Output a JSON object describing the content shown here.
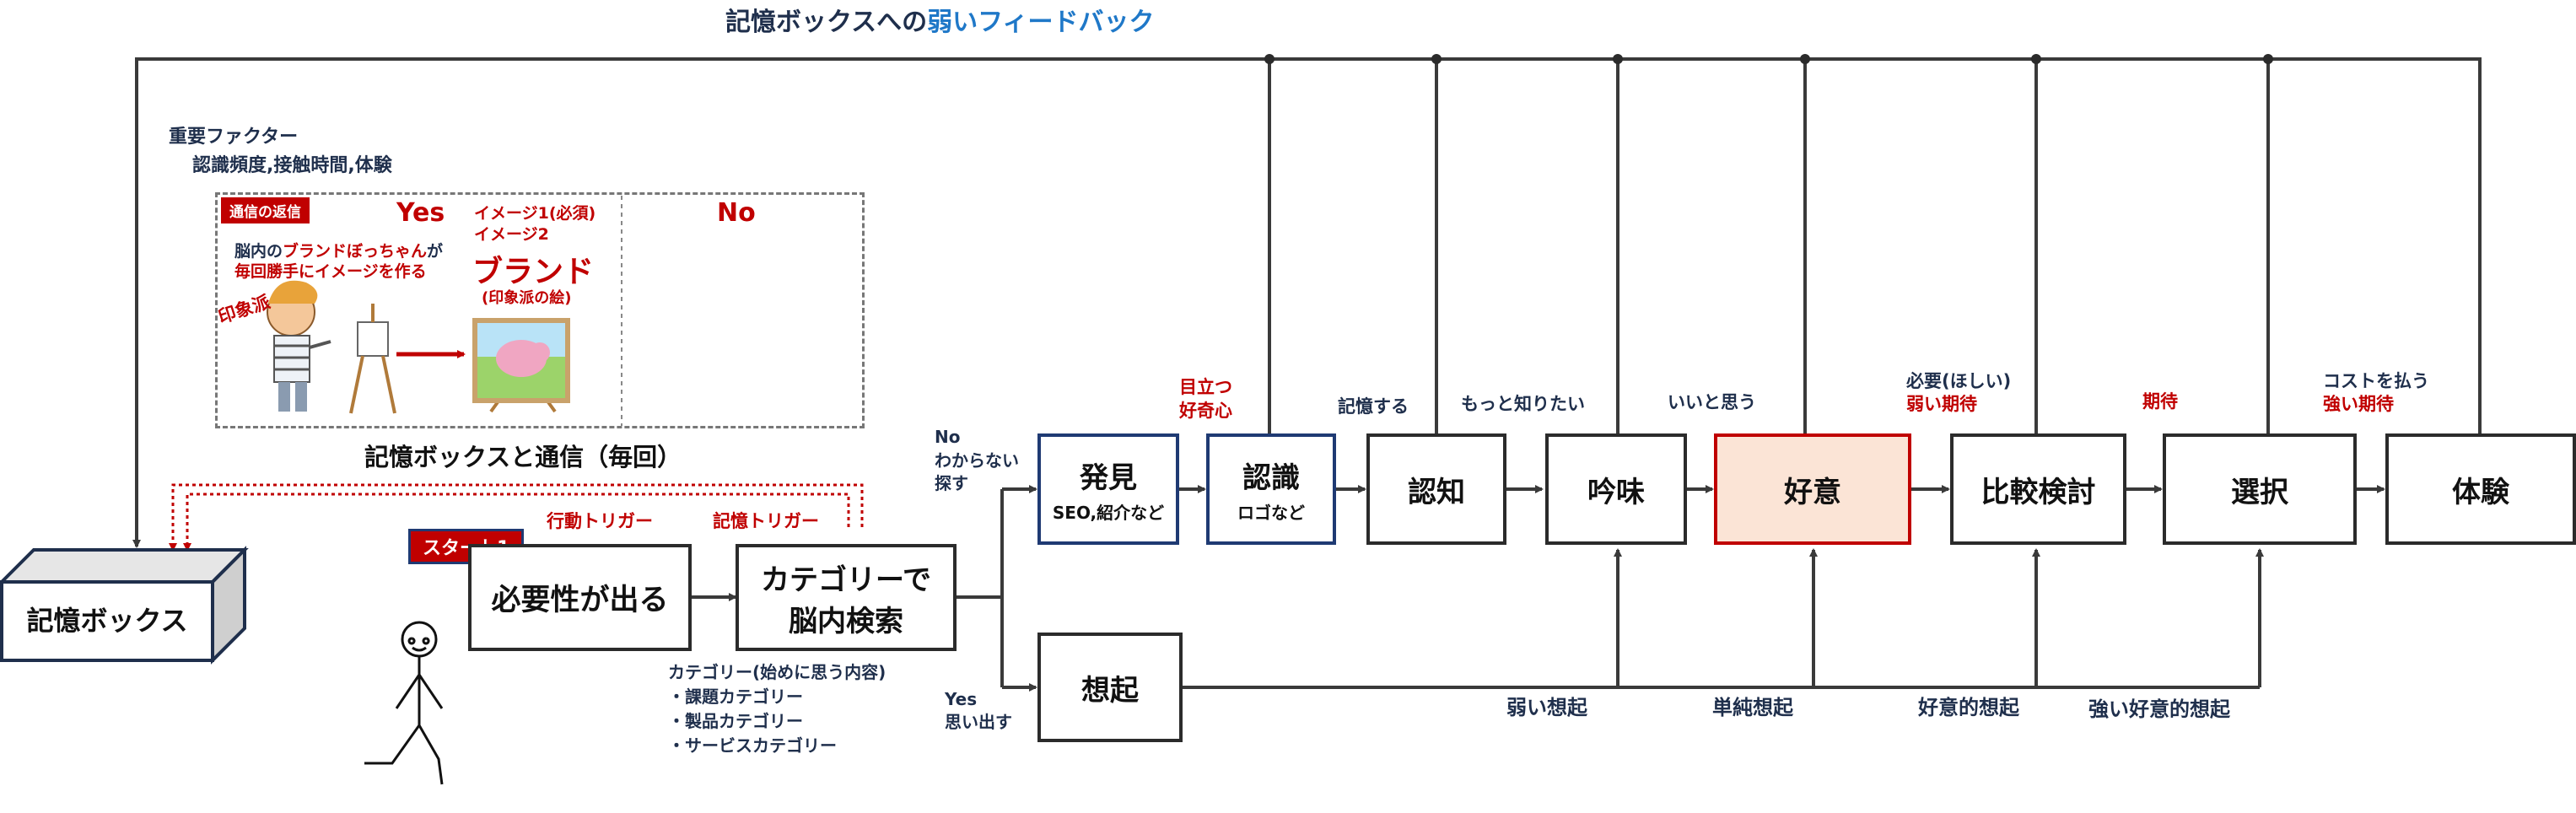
{
  "title": {
    "prefix": "記憶ボックスへの",
    "highlight": "弱いフィードバック"
  },
  "factors": {
    "heading": "重要ファクター",
    "items": "認識頻度,接触時間,体験"
  },
  "panel": {
    "badge": "通信の返信",
    "yes": "Yes",
    "no": "No",
    "line1_a": "脳内の",
    "line1_b": "ブランドぼっちゃん",
    "line1_c": "が",
    "line2": "毎回勝手にイメージを作る",
    "side_label": "印象派",
    "image_labels": [
      "イメージ1(必須)",
      "イメージ2"
    ],
    "brand": "ブランド",
    "brand_sub": "(印象派の絵)",
    "caption": "記憶ボックスと通信（毎回）"
  },
  "memory_box": {
    "label": "記憶ボックス"
  },
  "start": {
    "badge": "スタート1",
    "action_trigger": "行動トリガー",
    "memory_trigger": "記憶トリガー",
    "need": "必要性が出る",
    "search_line1": "カテゴリーで",
    "search_line2": "脳内検索",
    "categories": {
      "heading": "カテゴリー(始めに思う内容)",
      "items": [
        "・課題カテゴリー",
        "・製品カテゴリー",
        "・サービスカテゴリー"
      ]
    }
  },
  "branch": {
    "no": [
      "No",
      "わからない",
      "探す"
    ],
    "yes": [
      "Yes",
      "思い出す"
    ]
  },
  "stages": [
    {
      "label": "発見",
      "sub": "SEO,紹介など"
    },
    {
      "label": "認識",
      "sub": "ロゴなど"
    },
    {
      "label": "認知",
      "sub": ""
    },
    {
      "label": "吟味",
      "sub": ""
    },
    {
      "label": "好意",
      "sub": ""
    },
    {
      "label": "比較検討",
      "sub": ""
    },
    {
      "label": "選択",
      "sub": ""
    },
    {
      "label": "体験",
      "sub": ""
    }
  ],
  "recall": {
    "label": "想起"
  },
  "stage_notes": {
    "medatsu": [
      "目立つ",
      "好奇心"
    ],
    "kioku": "記憶する",
    "motto": "もっと知りたい",
    "iito": "いいと思う",
    "hitsuyou": [
      "必要(ほしい)",
      "弱い期待"
    ],
    "kitai": "期待",
    "cost": [
      "コストを払う",
      "強い期待"
    ]
  },
  "recall_levels": [
    "弱い想起",
    "単純想起",
    "好意的想起",
    "強い好意的想起"
  ],
  "colors": {
    "navy": "#1f2f4c",
    "red": "#c00000",
    "blue": "#1f78c8",
    "pink": "#fbe4d6",
    "line": "#3a3a3a"
  }
}
